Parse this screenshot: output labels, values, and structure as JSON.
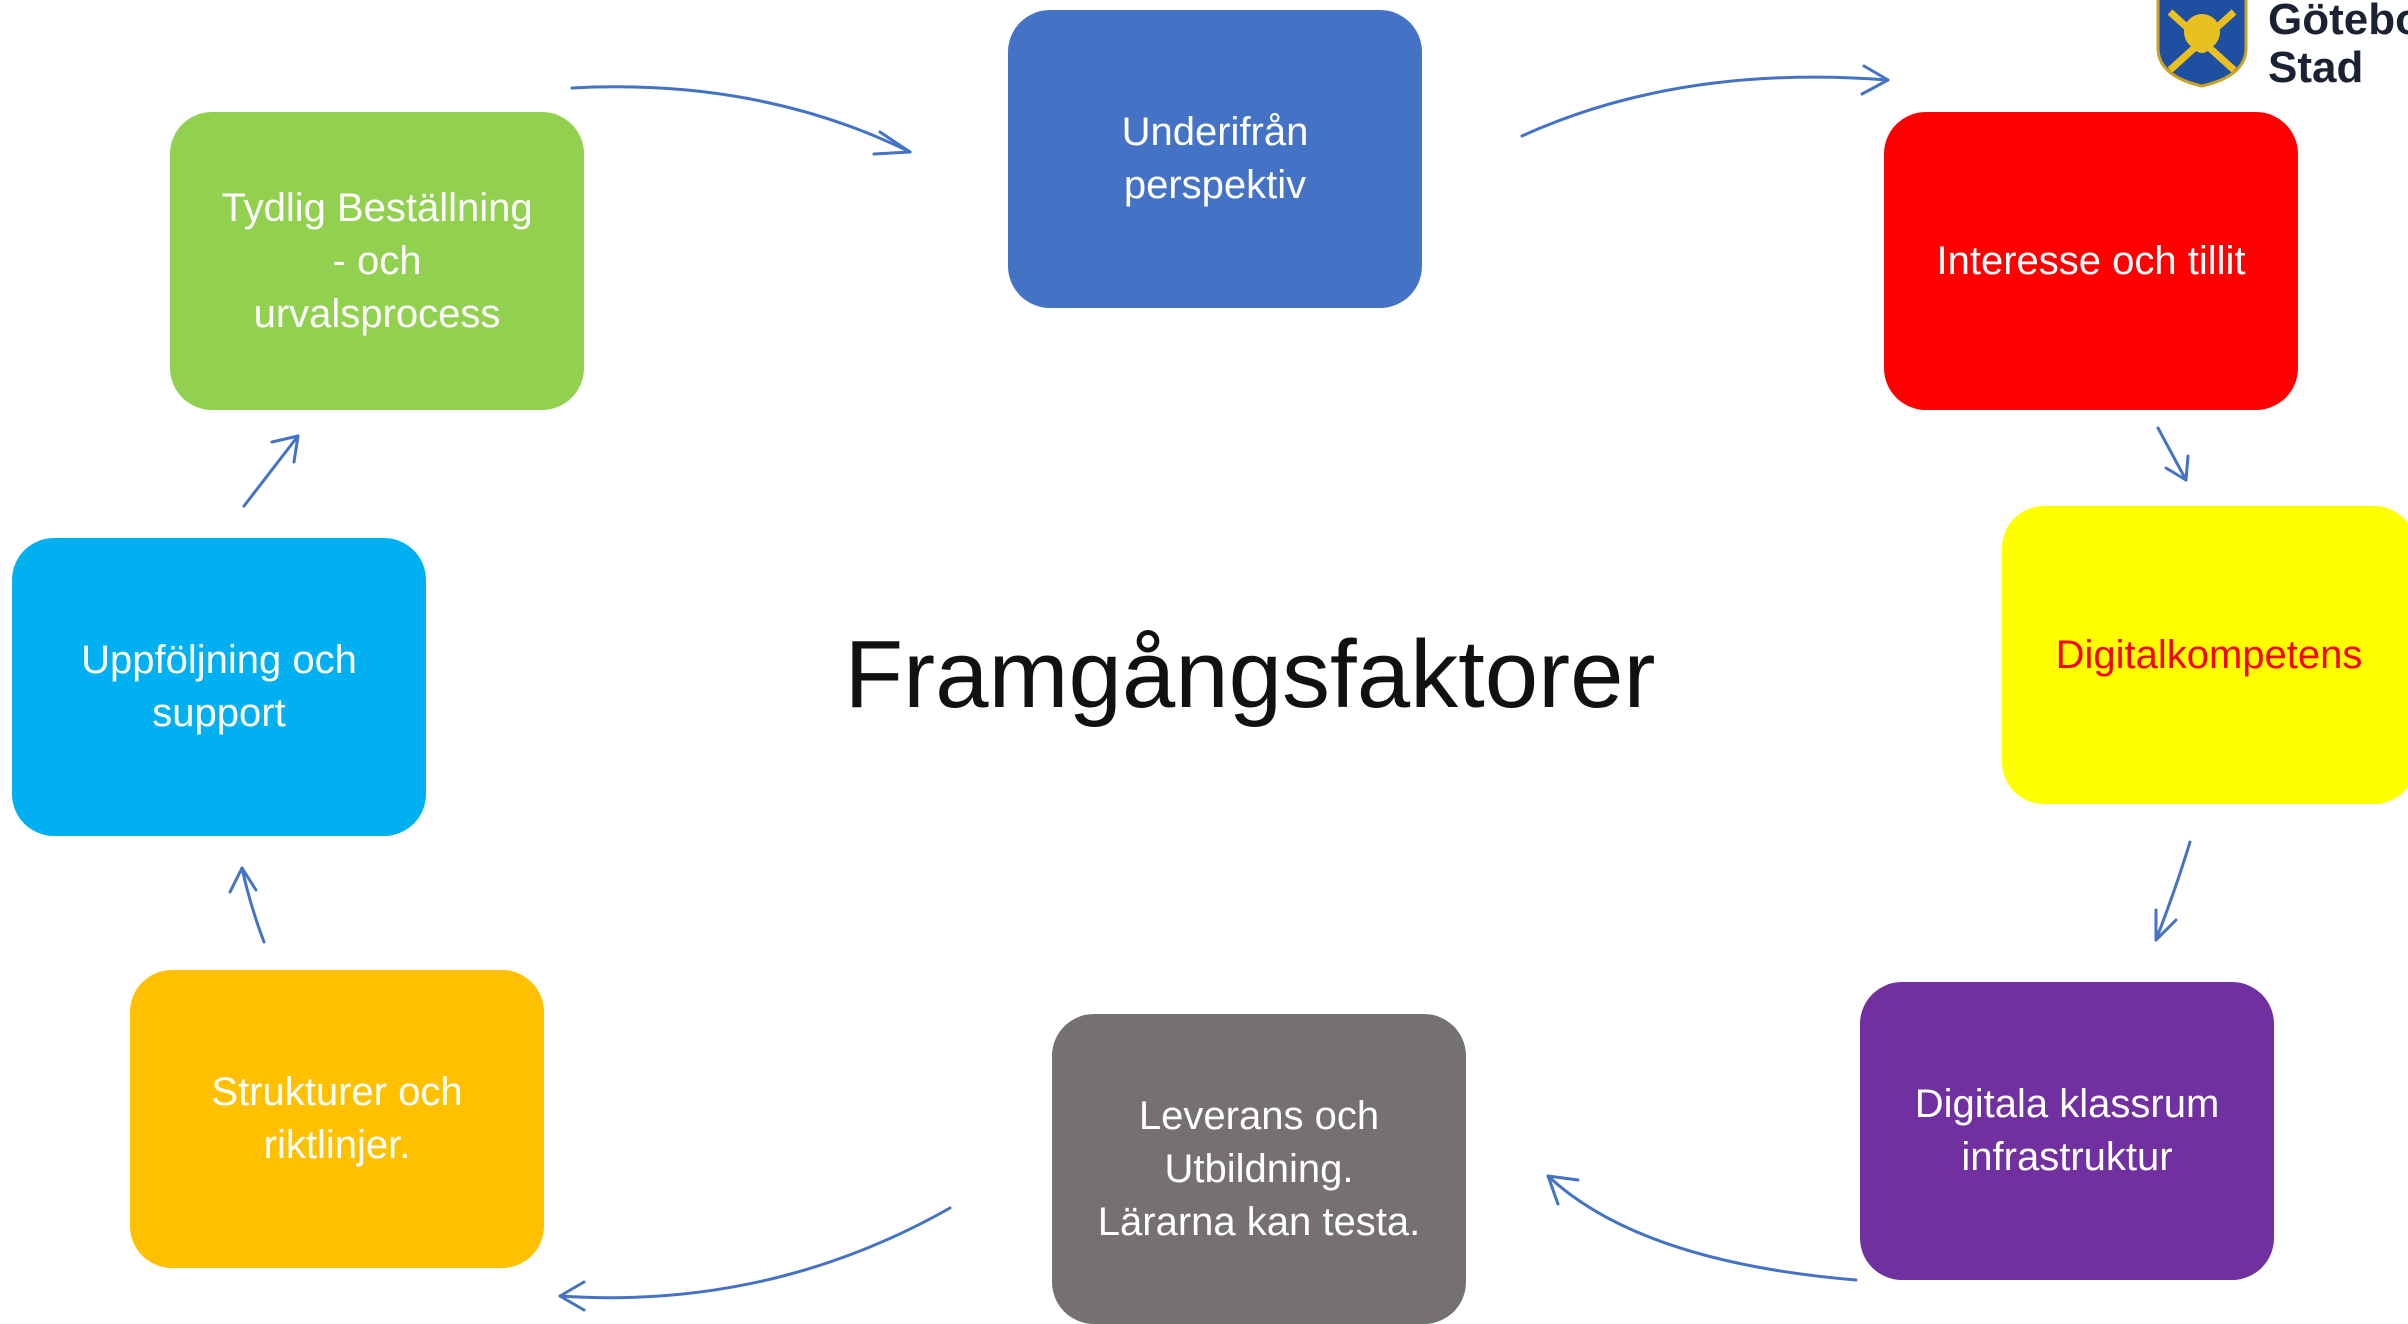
{
  "title": "Framgångsfaktorer",
  "logo_text": "Göteborgs\nStad",
  "colors": {
    "blue": "#4472c4",
    "red": "#ff0000",
    "yellow": "#ffff00",
    "purple": "#7030a0",
    "gray": "#767171",
    "orange": "#ffc000",
    "cyan": "#00b0f0",
    "green": "#92d050",
    "arrow": "#4472c4",
    "yellow_text": "#ff0000"
  },
  "boxes": {
    "underifran": "Underifrån\nperspektiv",
    "interesse": "Interesse och tillit",
    "digitalkompetens": "Digitalkompetens",
    "digitala_klassrum": "Digitala klassrum\ninfrastruktur",
    "leverans": "Leverans och\nUtbildning.\nLärarna kan testa.",
    "strukturer": "Strukturer och\nriktlinjer.",
    "uppfoljning": "Uppföljning och\nsupport",
    "tydlig": "Tydlig Beställning\n- och\nurvalsprocess"
  }
}
